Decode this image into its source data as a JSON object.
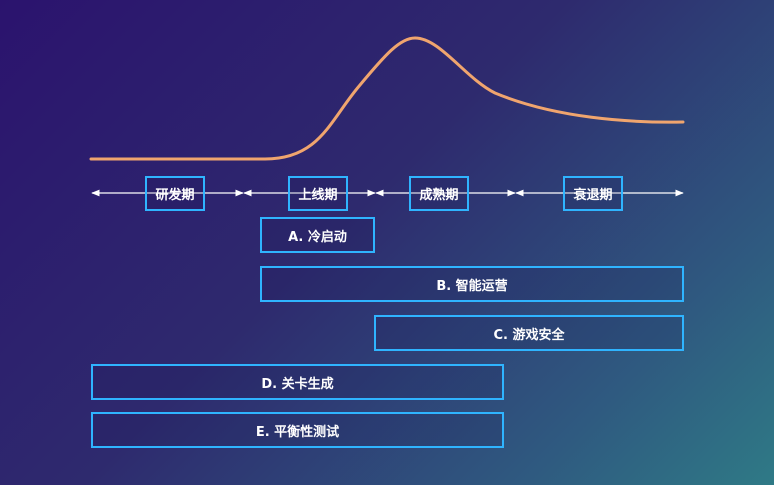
{
  "stages": [
    {
      "label": "研发期"
    },
    {
      "label": "上线期"
    },
    {
      "label": "成熟期"
    },
    {
      "label": "衰退期"
    }
  ],
  "features": [
    {
      "label": "A. 冷启动"
    },
    {
      "label": "B. 智能运营"
    },
    {
      "label": "C. 游戏安全"
    },
    {
      "label": "D. 关卡生成"
    },
    {
      "label": "E. 平衡性测试"
    }
  ],
  "colors": {
    "curve": "#f0a56e",
    "box_border": "#2fb4ff",
    "arrow": "#ffffff",
    "text": "#ffffff"
  }
}
